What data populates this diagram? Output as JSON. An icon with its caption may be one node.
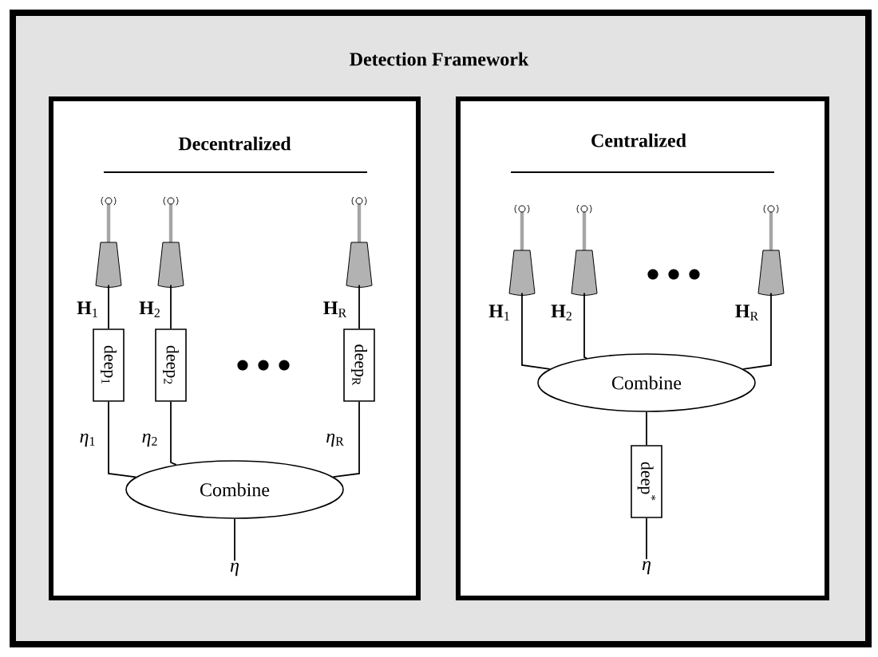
{
  "diagram": {
    "nodes": [
      {
        "text": [
          "Detection Framework"
        ]
      },
      {
        "text": [
          "Decentralized"
        ],
        "in": 0
      },
      {
        "text": [
          "Centralized"
        ],
        "in": 0
      },
      {
        "text": [],
        "shape": "antenna",
        "in": 1
      },
      {
        "text": [],
        "shape": "antenna",
        "in": 1
      },
      {
        "text": [],
        "shape": "antenna",
        "in": 1
      },
      {
        "text": [
          "deep$_{1}$"
        ],
        "in": 1
      },
      {
        "text": [
          "deep$_{2}$"
        ],
        "in": 1
      },
      {
        "text": [
          "deep$_{R}$"
        ],
        "in": 1
      },
      {
        "text": [
          "Combine"
        ],
        "in": 1
      },
      {
        "text": [
          "*η*"
        ],
        "in": 1
      },
      {
        "text": [],
        "shape": "antenna",
        "in": 2
      },
      {
        "text": [],
        "shape": "antenna",
        "in": 2
      },
      {
        "text": [],
        "shape": "antenna",
        "in": 2
      },
      {
        "text": [
          "Combine"
        ],
        "in": 2
      },
      {
        "text": [
          "deep$^{*}$"
        ],
        "in": 2
      },
      {
        "text": [
          "*η*"
        ],
        "in": 2
      }
    ],
    "edges": [
      {
        "from": 3,
        "to": 6,
        "arrow": "none",
        "label": "**H**$_{1}$"
      },
      {
        "from": 4,
        "to": 7,
        "arrow": "none",
        "label": "**H**$_{2}$"
      },
      {
        "from": 5,
        "to": 8,
        "arrow": "none",
        "label": "**H**$_{R}$"
      },
      {
        "from": 6,
        "to": 9,
        "arrow": "none",
        "label": "*η*$_{1}$"
      },
      {
        "from": 7,
        "to": 9,
        "arrow": "none",
        "label": "*η*$_{2}$"
      },
      {
        "from": 8,
        "to": 9,
        "arrow": "none",
        "label": "*η*$_{R}$"
      },
      {
        "from": 9,
        "to": 10,
        "arrow": "none"
      },
      {
        "from": 11,
        "to": 14,
        "arrow": "none",
        "label": "**H**$_{1}$"
      },
      {
        "from": 12,
        "to": 14,
        "arrow": "none",
        "label": "**H**$_{2}$"
      },
      {
        "from": 13,
        "to": 14,
        "arrow": "none",
        "label": "**H**$_{R}$"
      },
      {
        "from": 14,
        "to": 15,
        "arrow": "none"
      },
      {
        "from": 15,
        "to": 16,
        "arrow": "none"
      }
    ]
  }
}
